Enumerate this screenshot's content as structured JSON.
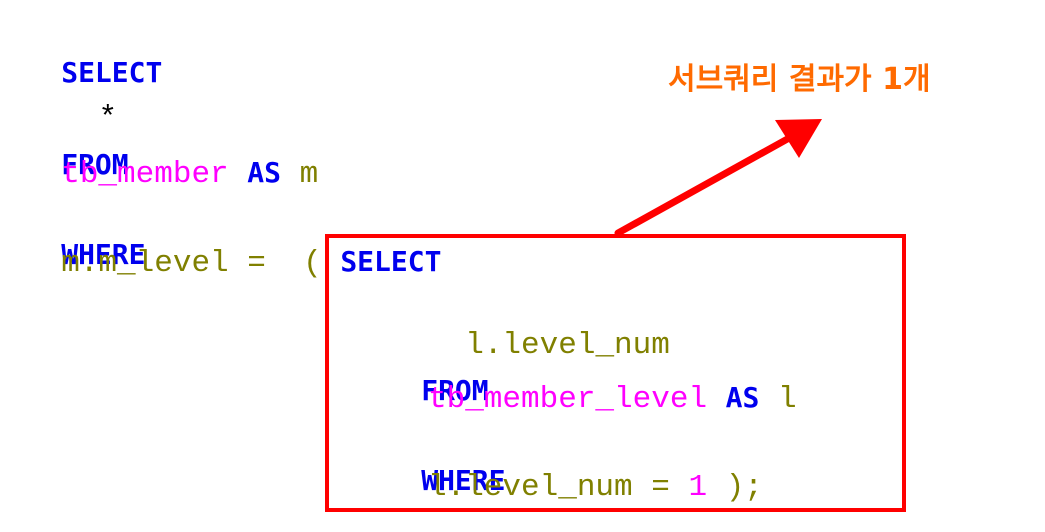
{
  "colors": {
    "keyword": "#0000ee",
    "identifier": "#808000",
    "table": "#ff00ff",
    "highlight": "#ff0000",
    "annotation": "#ff6a00"
  },
  "outer_query": {
    "select": "SELECT",
    "star": "*",
    "from": "FROM",
    "table": "tb_member",
    "as": "AS",
    "alias": "m",
    "where": "WHERE",
    "column": "m.m_level",
    "equals": "=",
    "open_paren": "("
  },
  "subquery": {
    "select": "SELECT",
    "column": "l.level_num",
    "from": "FROM",
    "table": "tb_member_level",
    "as": "AS",
    "alias": "l",
    "where": "WHERE",
    "condition_column": "l.level_num",
    "equals": "=",
    "value": "1",
    "close": ");"
  },
  "annotation": {
    "text": "서브쿼리 결과가 1개"
  }
}
